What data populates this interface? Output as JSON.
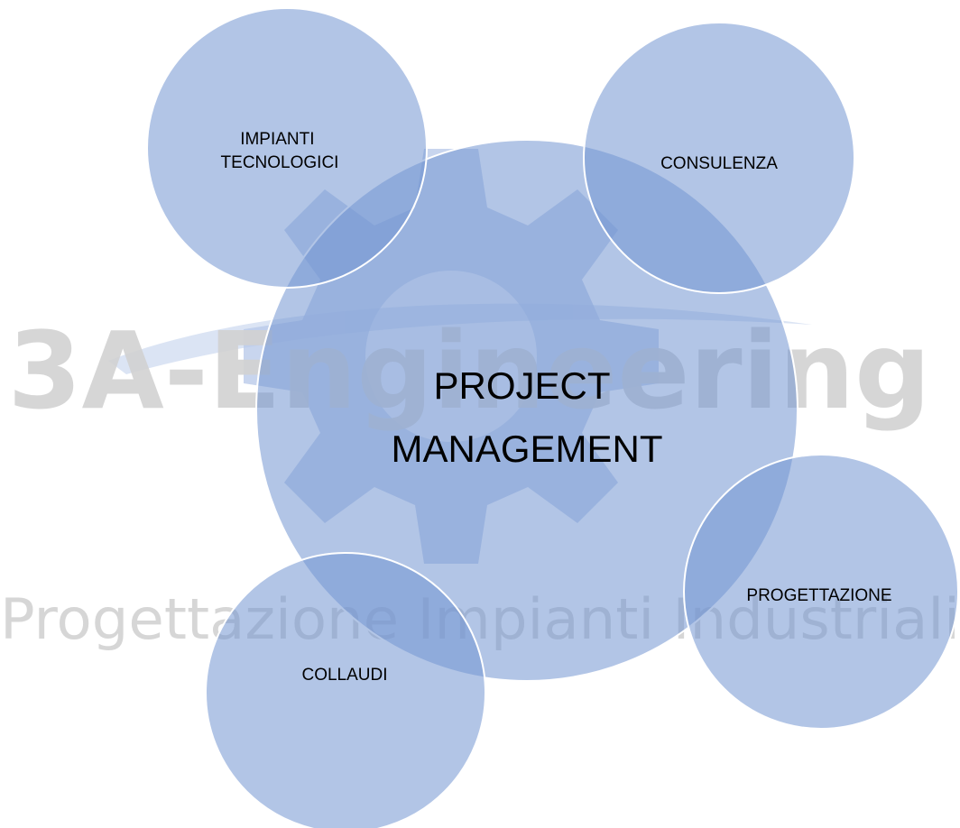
{
  "watermark": {
    "brand": "3A-Engineering",
    "tagline": "Progettazione Impianti Industriali"
  },
  "diagram": {
    "center": {
      "label_lines": [
        "PROJECT",
        "MANAGEMENT"
      ]
    },
    "satellites": [
      {
        "id": "impianti",
        "label_lines": [
          "IMPIANTI",
          "TECNOLOGICI"
        ]
      },
      {
        "id": "consulenza",
        "label_lines": [
          "CONSULENZA"
        ]
      },
      {
        "id": "progettazione",
        "label_lines": [
          "PROGETTAZIONE"
        ]
      },
      {
        "id": "collaudi",
        "label_lines": [
          "COLLAUDI"
        ]
      }
    ],
    "colors": {
      "circle_fill": "#7396d2",
      "circle_stroke": "#ffffff",
      "watermark_text": "#d2d2d2",
      "watermark_gear": "#9bb3e0",
      "watermark_swoosh": "#b7c9ea"
    }
  }
}
